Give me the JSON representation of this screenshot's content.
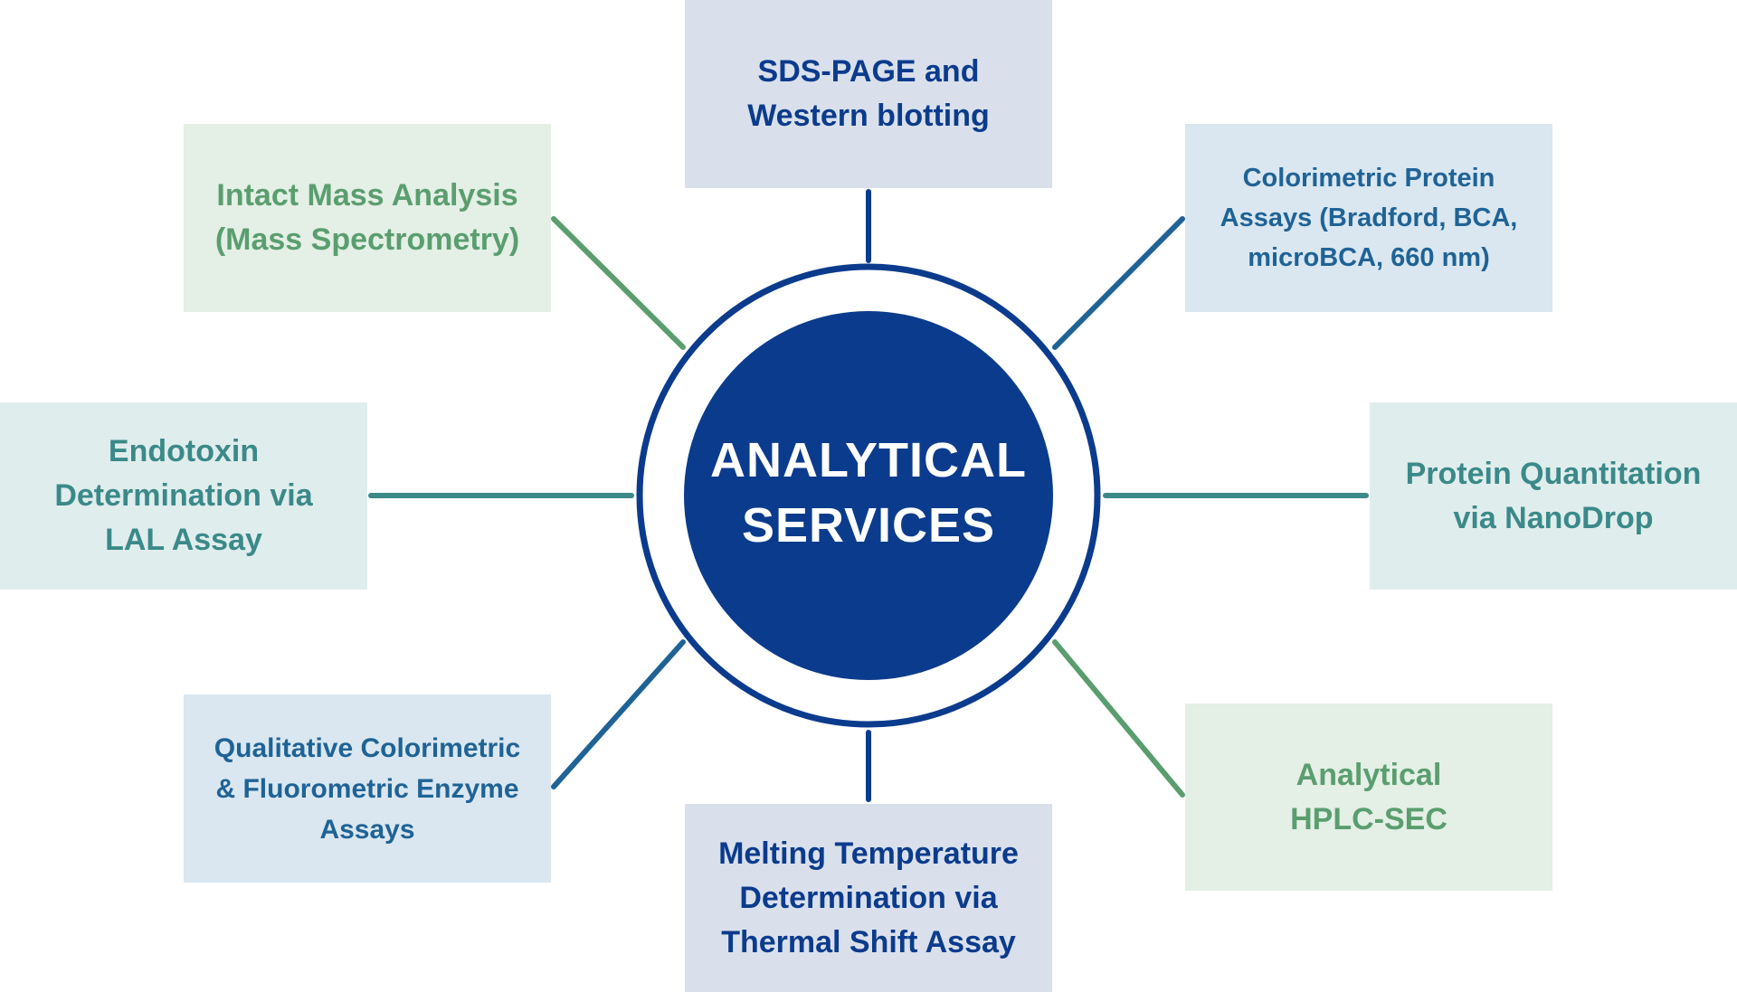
{
  "center": {
    "title": "ANALYTICAL\nSERVICES"
  },
  "services": {
    "top": "SDS-PAGE and\nWestern blotting",
    "upper_left": "Intact Mass Analysis\n(Mass Spectrometry)",
    "upper_right": "Colorimetric Protein\nAssays (Bradford, BCA,\nmicroBCA, 660 nm)",
    "left": "Endotoxin\nDetermination via\nLAL Assay",
    "right": "Protein Quantitation\nvia NanoDrop",
    "lower_left": "Qualitative Colorimetric\n& Fluorometric Enzyme\nAssays",
    "lower_right": "Analytical\nHPLC-SEC",
    "bottom": "Melting Temperature\nDetermination via\nThermal Shift Assay"
  },
  "colors": {
    "navy": "#0b3b8c",
    "green": "#5a9e6f",
    "blue": "#1f6396",
    "teal": "#3b8989"
  }
}
